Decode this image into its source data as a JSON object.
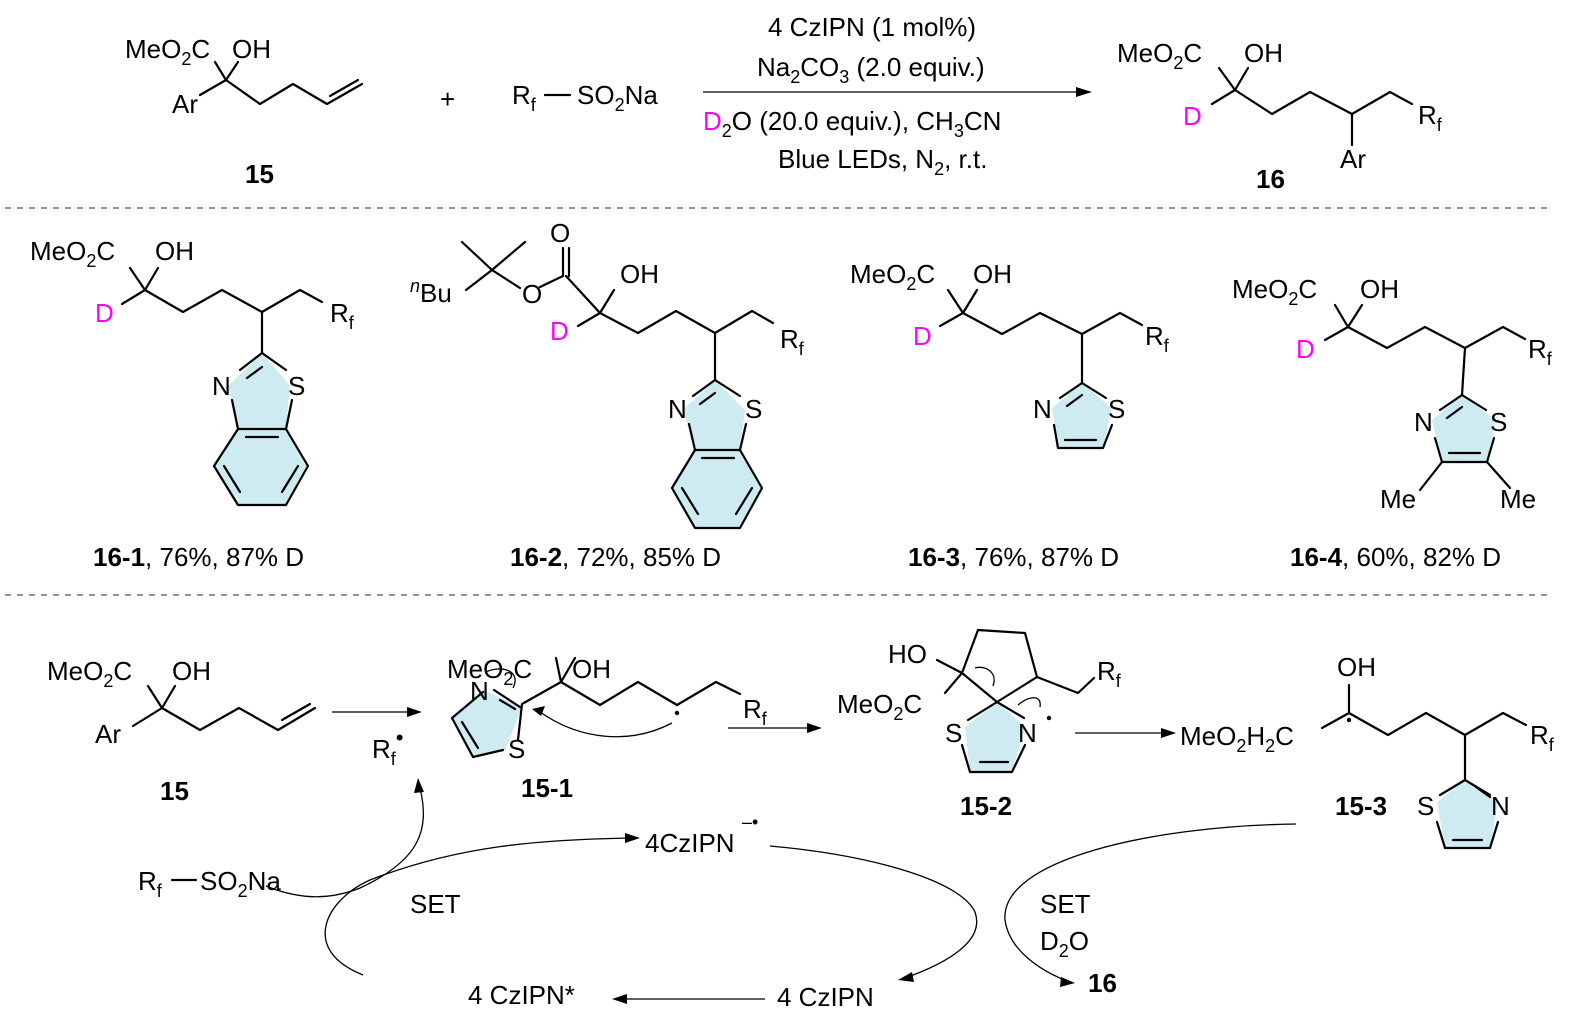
{
  "colors": {
    "deuterium": "#ff00ff",
    "ring_fill": "#cdebf1",
    "ink": "#000000"
  },
  "top_reaction": {
    "reactant": {
      "id": "15",
      "ester": "MeO2C",
      "hydroxyl": "OH",
      "aryl": "Ar"
    },
    "plus": "+",
    "reagent": {
      "rf": "Rf",
      "sulfinate": "SO2Na"
    },
    "conditions": [
      "4 CzIPN (1 mol%)",
      "Na2CO3 (2.0 equiv.)",
      "D2O (20.0 equiv.),  CH3CN",
      "Blue LEDs, N2, r.t."
    ],
    "product": {
      "id": "16",
      "ester": "MeO2C",
      "hydroxyl": "OH",
      "deuterium": "D",
      "aryl": "Ar",
      "rf": "Rf"
    }
  },
  "products": [
    {
      "id": "16-1",
      "yield": "76%",
      "d_incorporation": "87% D",
      "heteroaryl": "benzothiazol-2-yl",
      "ester": "MeO2C"
    },
    {
      "id": "16-2",
      "yield": "72%",
      "d_incorporation": "85% D",
      "heteroaryl": "benzothiazol-2-yl",
      "ester": "nBu-C(Me)2-O2C"
    },
    {
      "id": "16-3",
      "yield": "76%",
      "d_incorporation": "87% D",
      "heteroaryl": "thiazol-2-yl",
      "ester": "MeO2C"
    },
    {
      "id": "16-4",
      "yield": "60%",
      "d_incorporation": "82% D",
      "heteroaryl": "4,5-dimethylthiazol-2-yl",
      "ester": "MeO2C"
    }
  ],
  "mechanism": {
    "start": {
      "id": "15"
    },
    "radical": "Rf•",
    "intermediates": [
      {
        "id": "15-1"
      },
      {
        "id": "15-2"
      },
      {
        "id": "15-3",
        "ester": "MeO2H2C"
      }
    ],
    "cycle": {
      "reagent": "Rf—SO2Na",
      "catalyst_radical_anion": "4CzIPN",
      "catalyst_excited": "4 CzIPN*",
      "catalyst_ground": "4 CzIPN",
      "set_left": "SET",
      "set_right": "SET",
      "set_right_reagent": "D2O",
      "product": "16"
    }
  }
}
